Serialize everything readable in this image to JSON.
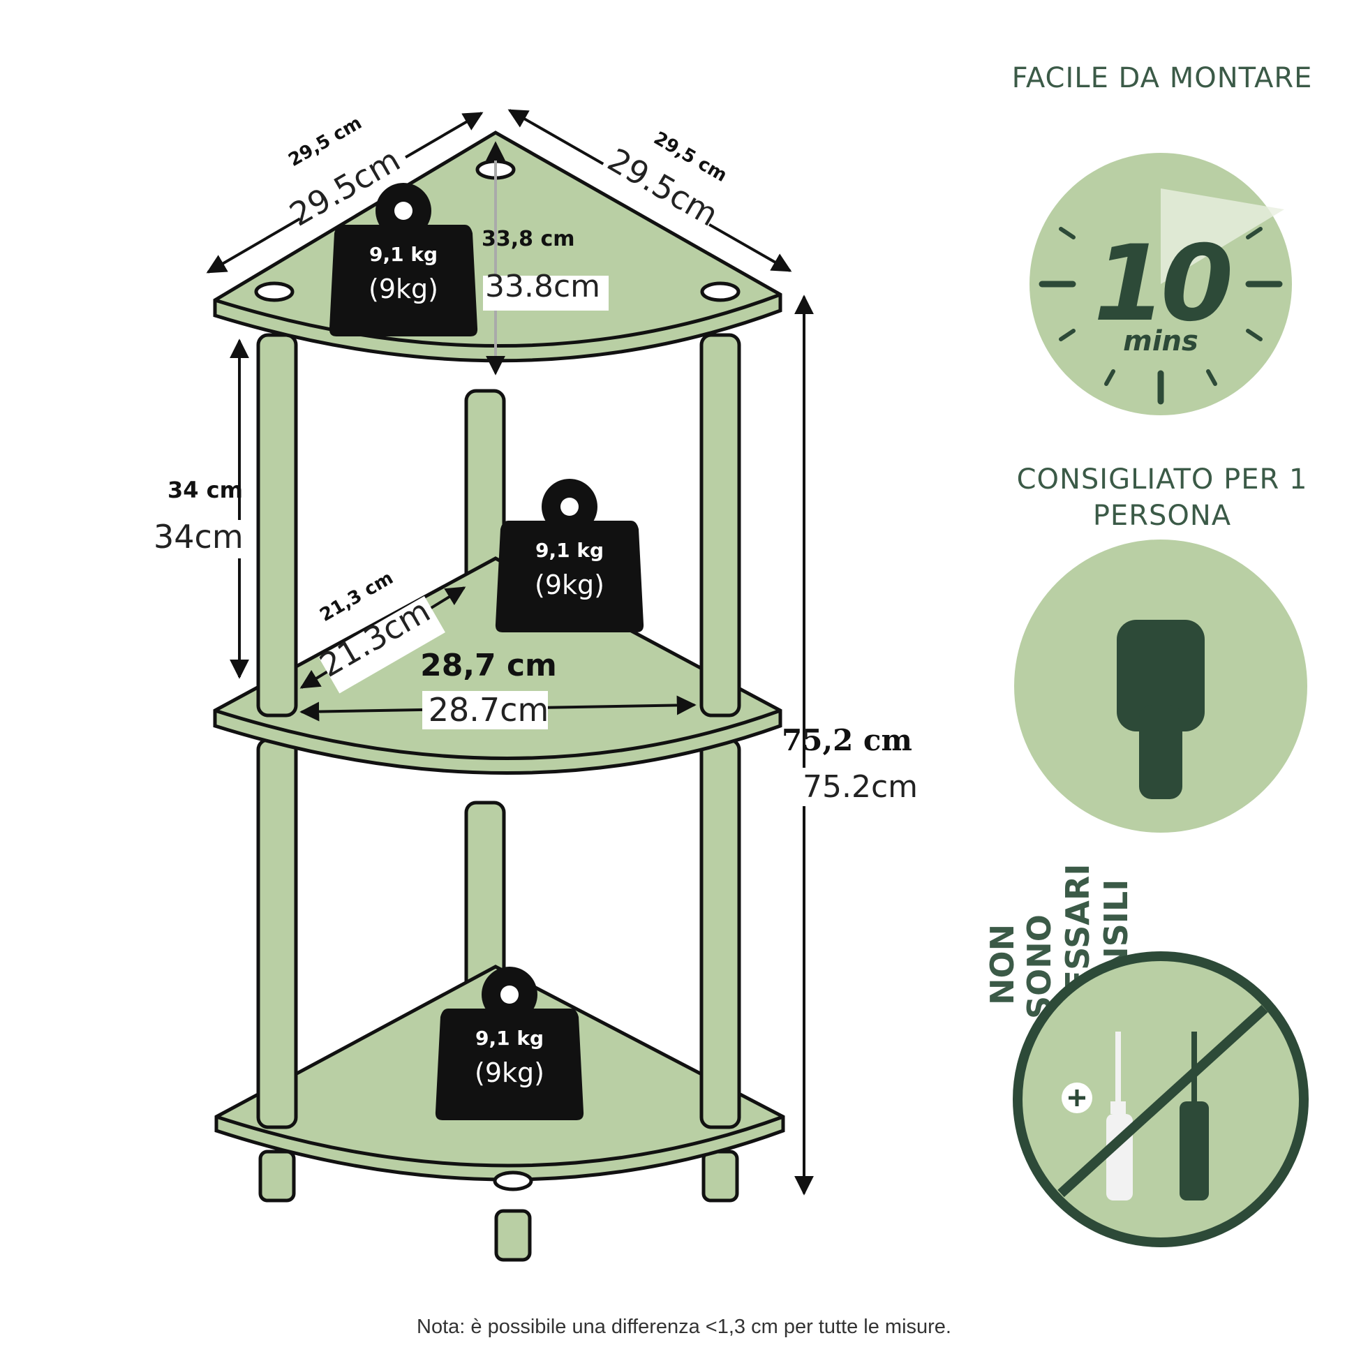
{
  "colors": {
    "shelf": "#b9cfa4",
    "dark": "#2d4a38",
    "bg": "#ffffff",
    "ink": "#111111"
  },
  "dimensions": {
    "top_left_bold": "29,5 cm",
    "top_left_light": "29.5cm",
    "top_right_bold": "29,5 cm",
    "top_right_light": "29.5cm",
    "depth_bold": "33,8 cm",
    "depth_light": "33.8cm",
    "shelf_gap_bold": "34 cm",
    "shelf_gap_light": "34cm",
    "inner_bold": "21,3 cm",
    "inner_light": "21.3cm",
    "width_bold": "28,7 cm",
    "width_light": "28.7cm",
    "height_bold": "75,2 cm",
    "height_light": "75.2cm"
  },
  "weights": [
    {
      "bold": "9,1 kg",
      "light": "(9kg)"
    },
    {
      "bold": "9,1 kg",
      "light": "(9kg)"
    },
    {
      "bold": "9,1 kg",
      "light": "(9kg)"
    }
  ],
  "features": {
    "assembly_title": "FACILE DA MONTARE",
    "time_value": "10",
    "time_unit": "mins",
    "persons_line1": "CONSIGLIATO PER 1",
    "persons_line2": "PERSONA",
    "tools_line1": "NON",
    "tools_line2": "SONO",
    "tools_line3": "NECESSARI",
    "tools_line4": "UTENSILI"
  },
  "note": "Nota: è possibile una differenza <1,3 cm per tutte le misure."
}
